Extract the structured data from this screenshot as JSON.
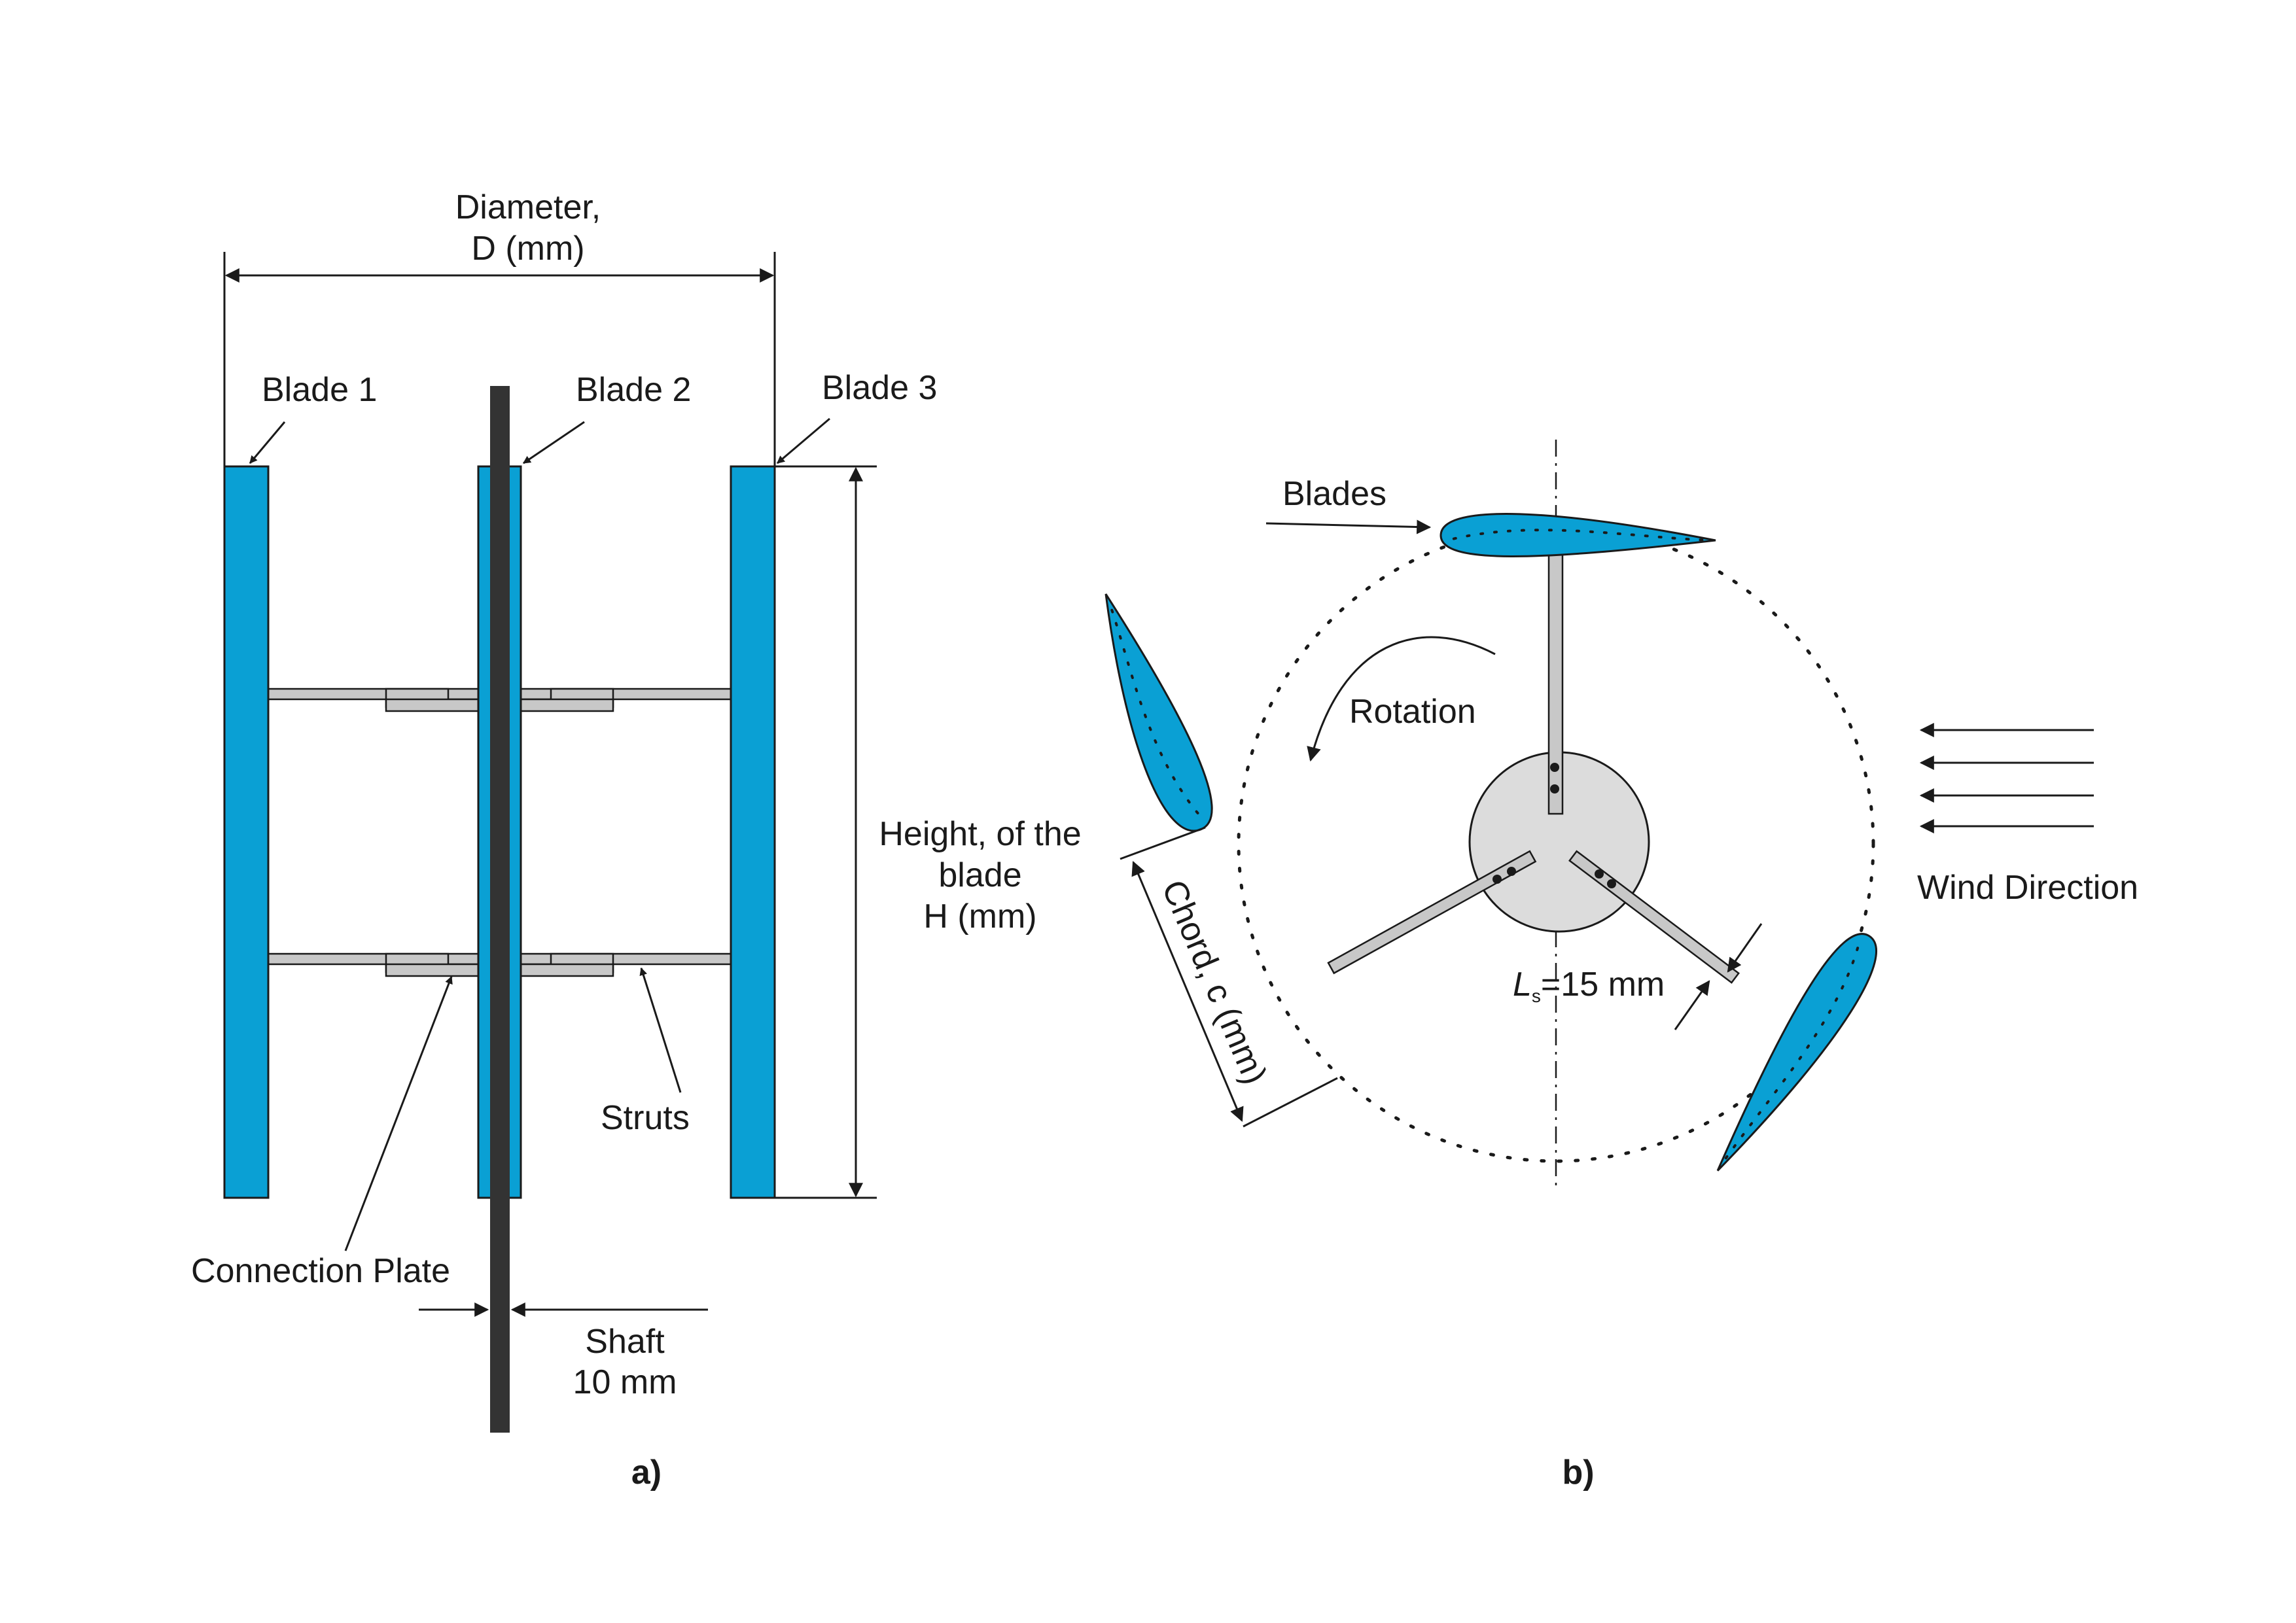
{
  "colors": {
    "blade": "#0aa0d4",
    "shaft": "#333333",
    "strut_fill": "#c8c8c8",
    "hub_fill": "#dcdcdc",
    "outline": "#1a1a1a"
  },
  "panel_a": {
    "diameter_line1": "Diameter,",
    "diameter_line2": "D (mm)",
    "blade1": "Blade 1",
    "blade2": "Blade 2",
    "blade3": "Blade 3",
    "height_line1": "Height, of the",
    "height_line2": "blade",
    "height_line3": "H (mm)",
    "struts": "Struts",
    "connection_plate": "Connection Plate",
    "shaft_line1": "Shaft",
    "shaft_line2": "10 mm",
    "caption": "a)"
  },
  "panel_b": {
    "blades": "Blades",
    "rotation": "Rotation",
    "wind_direction": "Wind Direction",
    "chord": "Chord, c (mm)",
    "ls_symbol": "L",
    "ls_subscript": "s",
    "ls_value": "=15 mm",
    "caption": "b)"
  }
}
